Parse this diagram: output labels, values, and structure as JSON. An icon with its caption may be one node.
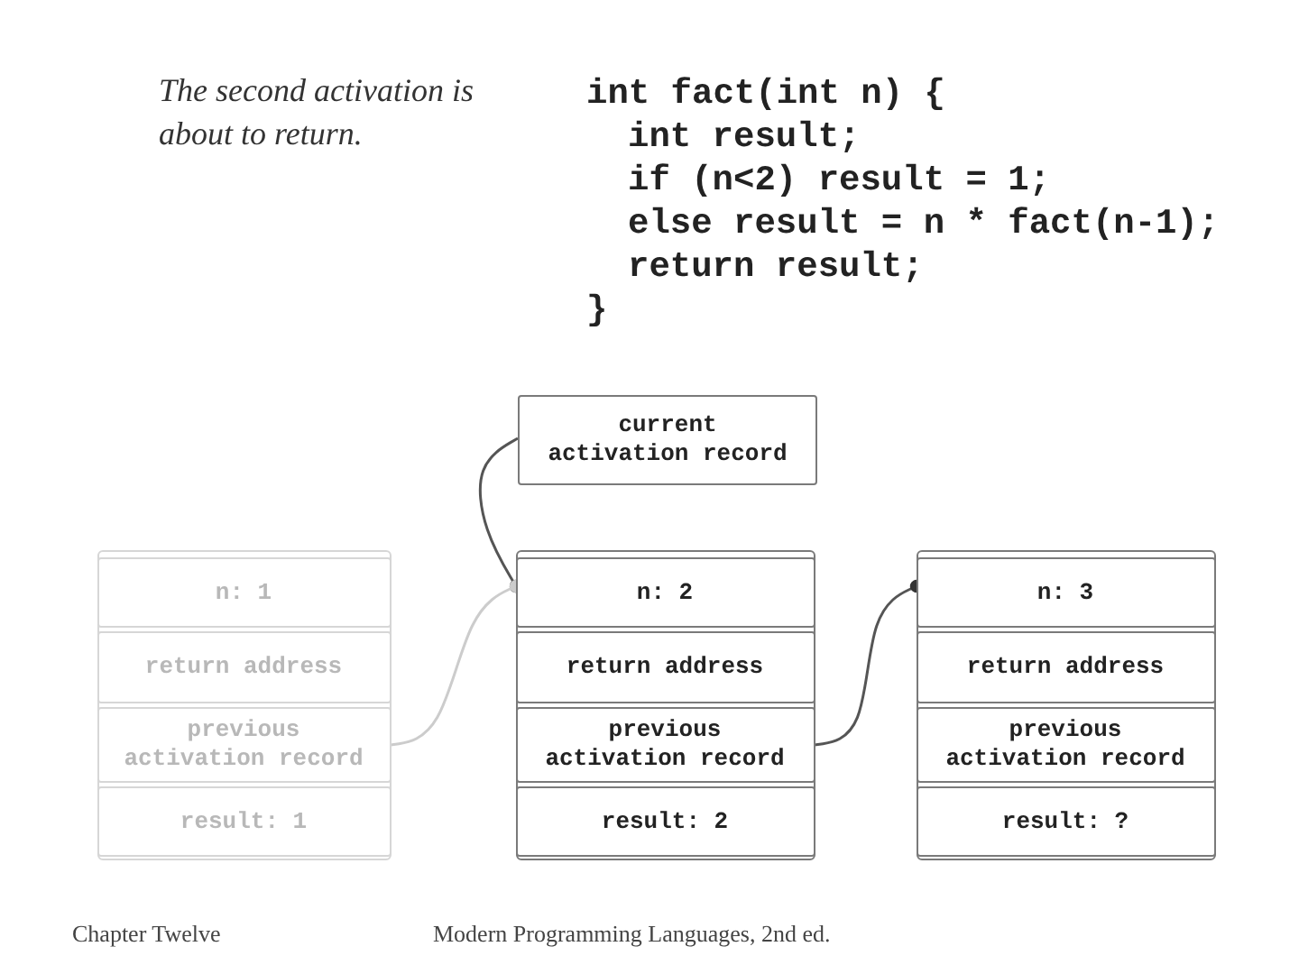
{
  "diagram": {
    "nodes": [
      {
        "text": [
          "current activation record"
        ]
      },
      {
        "text": [],
        "shape": "box"
      },
      {
        "text": [
          "n: 1"
        ],
        "in": 1
      },
      {
        "text": [
          "return address"
        ],
        "in": 1
      },
      {
        "text": [
          "previous activation record"
        ],
        "in": 1
      },
      {
        "text": [
          "result: 1"
        ],
        "in": 1
      },
      {
        "text": [],
        "shape": "box"
      },
      {
        "text": [
          "n: 2"
        ],
        "in": 6
      },
      {
        "text": [
          "return address"
        ],
        "in": 6
      },
      {
        "text": [
          "previous activation record"
        ],
        "in": 6
      },
      {
        "text": [
          "result: 2"
        ],
        "in": 6
      },
      {
        "text": [],
        "shape": "box"
      },
      {
        "text": [
          "n: 3"
        ],
        "in": 11
      },
      {
        "text": [
          "return address"
        ],
        "in": 11
      },
      {
        "text": [
          "previous activation record"
        ],
        "in": 11
      },
      {
        "text": [
          "result: ?"
        ],
        "in": 11
      }
    ],
    "edges": [
      {
        "from": 0,
        "to": 6,
        "arrow": "other"
      },
      {
        "from": 4,
        "to": 6,
        "arrow": "other",
        "color": "#cccccc"
      },
      {
        "from": 9,
        "to": 11,
        "arrow": "other"
      }
    ],
    "labels": [
      "The second activation is about to return.",
      "int fact(int n) {",
      "int result;",
      "if (n<2) result = 1;",
      "else result = n * fact(n-1);",
      "return result;",
      "}",
      "Chapter Twelve",
      "Modern Programming Languages, 2nd ed."
    ]
  }
}
